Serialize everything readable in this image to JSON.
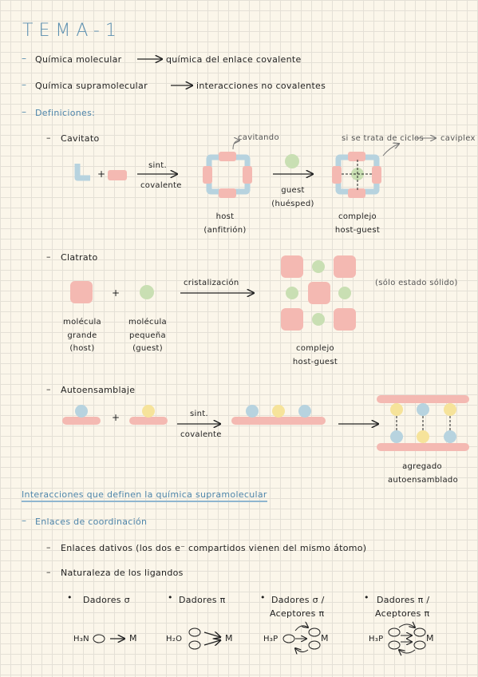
{
  "title": "TEMA-1",
  "bullets": {
    "b1_left": "Química molecular",
    "b1_right": "química del enlace covalente",
    "b2_left": "Química supramolecular",
    "b2_right": "interacciones no covalentes",
    "b3": "Definiciones:"
  },
  "cavitato": {
    "heading": "Cavitato",
    "sint": "sint.",
    "covalente": "covalente",
    "cavitando": "cavitando",
    "host": "host",
    "host_paren": "(anfitrión)",
    "guest": "guest",
    "guest_paren": "(huésped)",
    "note": "si se trata de ciclos",
    "note_right": "caviplex",
    "complejo": "complejo",
    "host_guest": "host-guest"
  },
  "clatrato": {
    "heading": "Clatrato",
    "arrow_label": "cristalización",
    "note": "(sólo estado sólido)",
    "mol_grande_1": "molécula",
    "mol_grande_2": "grande",
    "mol_grande_3": "(host)",
    "mol_peq_1": "molécula",
    "mol_peq_2": "pequeña",
    "mol_peq_3": "(guest)",
    "complejo": "complejo",
    "host_guest": "host-guest"
  },
  "autoensamblaje": {
    "heading": "Autoensamblaje",
    "sint": "sint.",
    "covalente": "covalente",
    "agregado": "agregado",
    "autoensamblado": "autoensamblado"
  },
  "section2": {
    "heading": "Interacciones que definen la química supramolecular",
    "enlaces": "Enlaces de coordinación",
    "dativos": "Enlaces dativos (los dos e⁻ compartidos vienen del mismo átomo)",
    "naturaleza": "Naturaleza de los ligandos"
  },
  "donors": {
    "d1": "Dadores σ",
    "d2": "Dadores π",
    "d3_a": "Dadores σ /",
    "d3_b": "Aceptores π",
    "d4_a": "Dadores π /",
    "d4_b": "Aceptores π",
    "f1_l": "H₃N",
    "f1_r": "M",
    "f2_l": "H₂O",
    "f2_r": "M",
    "f3_l": "H₃P",
    "f3_r": "M",
    "f4_l": "H₃P",
    "f4_r": "M"
  },
  "colors": {
    "pink": "#f4b9b2",
    "blue": "#b7d3df",
    "green": "#c9dfb3",
    "yellow": "#f6e39a",
    "accent": "#5b8fb0"
  }
}
